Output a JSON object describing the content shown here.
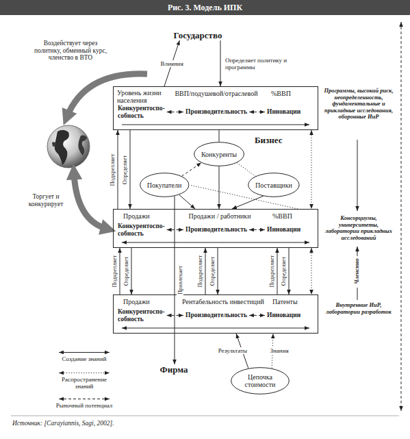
{
  "diagram": {
    "title": "Рис. 3. Модель ИПК",
    "caption": "Источник: [Carayiannis, Sagi, 2002].",
    "nodes": [
      {
        "text": [
          "Государство"
        ]
      },
      {
        "text": [
          "Уровень жизни населения",
          "ВВП/подушевой/отраслевой",
          "%ВВП",
          "Конкурентоспо- собность",
          "Производительность",
          "Инновации"
        ]
      },
      {
        "text": [
          "Конкуренты"
        ]
      },
      {
        "text": [
          "Покупатели"
        ]
      },
      {
        "text": [
          "Поставщики"
        ]
      },
      {
        "text": [
          "Продажи",
          "Продажи / работники",
          "%ВВП",
          "Конкурентоспо- собность",
          "Производительность",
          "Инновации"
        ]
      },
      {
        "text": [
          "Продажи",
          "Рентабельность инвестиций",
          "Патенты",
          "Конкурентоспо- собность",
          "Производительность",
          "Инновации"
        ]
      },
      {
        "text": [
          "Фирма"
        ]
      },
      {
        "text": [
          "Цепочка стоимости"
        ]
      }
    ],
    "edges": [
      {
        "from": 1,
        "to": 0,
        "label": "Влияния",
        "arrow": "to"
      },
      {
        "from": 0,
        "to": 1,
        "label": "Определяет политику и программы",
        "arrow": "to"
      },
      {
        "from": 5,
        "to": 1,
        "label": "Подкрепляет",
        "arrow": "to"
      },
      {
        "from": 1,
        "to": 5,
        "label": "Определяет",
        "arrow": "to"
      },
      {
        "from": 1,
        "to": 2,
        "arrow": "none"
      },
      {
        "from": 2,
        "to": 5,
        "arrow": "to"
      },
      {
        "from": 3,
        "to": 2,
        "arrow": "to"
      },
      {
        "from": 4,
        "to": 2,
        "arrow": "none"
      },
      {
        "from": 3,
        "to": 5,
        "arrow": "to"
      },
      {
        "from": 4,
        "to": 5,
        "arrow": "to"
      },
      {
        "from": 5,
        "to": 3,
        "arrow": "none"
      },
      {
        "from": 3,
        "to": 7,
        "label": "Привлекает",
        "arrow": "to"
      },
      {
        "from": 1,
        "to": 5,
        "arrow": "both"
      },
      {
        "from": 6,
        "to": 5,
        "label": "Подкрепляет",
        "arrow": "to"
      },
      {
        "from": 5,
        "to": 6,
        "label": "Определяет",
        "arrow": "to"
      },
      {
        "from": 6,
        "to": 5,
        "label": "Подкрепляет",
        "arrow": "to"
      },
      {
        "from": 5,
        "to": 6,
        "label": "Определяет",
        "arrow": "to"
      },
      {
        "from": 6,
        "to": 5,
        "label": "Подкрепляет",
        "arrow": "to"
      },
      {
        "from": 5,
        "to": 6,
        "label": "Определяет",
        "arrow": "to"
      },
      {
        "from": 5,
        "to": 6,
        "arrow": "both"
      },
      {
        "from": 8,
        "to": 6,
        "label": "Результаты",
        "arrow": "to"
      },
      {
        "from": 8,
        "to": 6,
        "label": "Знания",
        "arrow": "to"
      }
    ],
    "labels": [
      "Воздействует через политику, обменный курс, членство в ВТО",
      "Торгует и конкурирует",
      "Бизнес",
      "Программы, высокий риск, неопределенность, фундаментальные и прикладные исследования, оборонные ИиР",
      "Консорциумы, университеты, лаборатории прикладных исследований",
      "Членство",
      "Внутренние ИиР, лаборатории разработок"
    ],
    "legend": [
      {
        "text": "Создание знаний"
      },
      {
        "text": "Распространение знаний"
      },
      {
        "text": "Рыночный потенциал"
      }
    ]
  }
}
